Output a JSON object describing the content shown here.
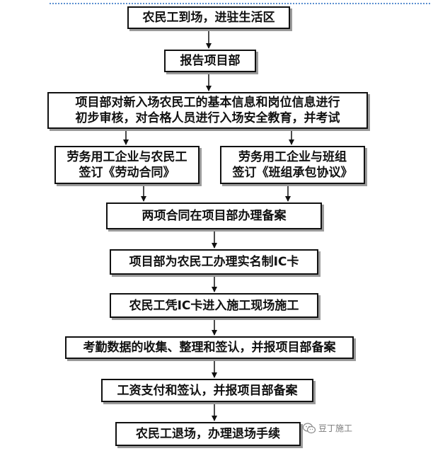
{
  "flowchart": {
    "steps": [
      "农民工到场，进驻生活区",
      "报告项目部",
      "项目部对新入场农民工的基本信息和岗位信息进行初步审核，对合格人员进行入场安全教育，并考试",
      "两项合同在项目部办理备案",
      "项目部为农民工办理实名制IC卡",
      "农民工凭IC卡进入施工现场施工",
      "考勤数据的收集、整理和签认，并报项目部备案",
      "工资支付和签认，并报项目部备案",
      "农民工退场，办理退场手续"
    ],
    "step3_lines": [
      "项目部对新入场农民工的基本信息和岗位信息进行",
      "初步审核，对合格人员进行入场安全教育，并考试"
    ],
    "branch_left_lines": [
      "劳务用工企业与农民工",
      "签订《劳动合同》"
    ],
    "branch_right_lines": [
      "劳务用工企业与班组",
      "签订《班组承包协议》"
    ]
  },
  "watermark": {
    "text": "豆丁施工",
    "icon": "wechat-icon"
  },
  "colors": {
    "border": "#111111",
    "shadow": "#9a9a9a",
    "top_rule": "#5b8fd0"
  }
}
